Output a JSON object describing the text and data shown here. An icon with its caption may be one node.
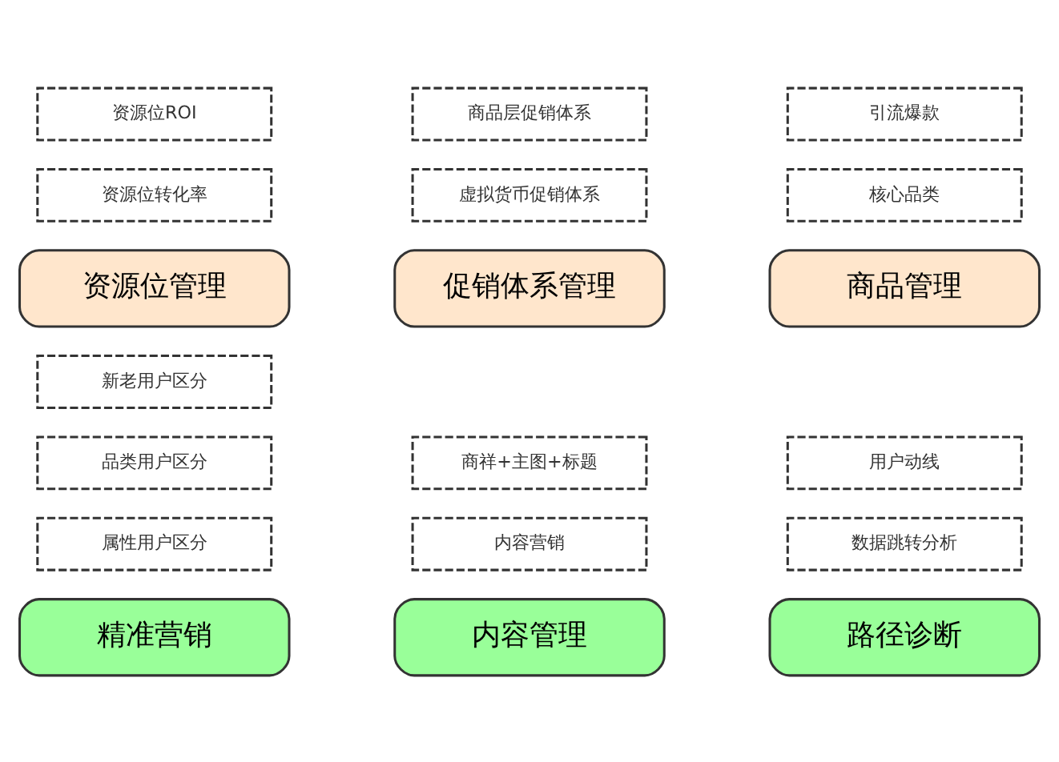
{
  "diagram": {
    "nodes": [
      {
        "text": [
          "资源位ROI"
        ]
      },
      {
        "text": [
          "资源位转化率"
        ]
      },
      {
        "text": [
          "资源位管理"
        ]
      },
      {
        "text": [
          "商品层促销体系"
        ]
      },
      {
        "text": [
          "虚拟货币促销体系"
        ]
      },
      {
        "text": [
          "促销体系管理"
        ]
      },
      {
        "text": [
          "引流爆款"
        ]
      },
      {
        "text": [
          "核心品类"
        ]
      },
      {
        "text": [
          "商品管理"
        ]
      },
      {
        "text": [
          "新老用户区分"
        ]
      },
      {
        "text": [
          "品类用户区分"
        ]
      },
      {
        "text": [
          "属性用户区分"
        ]
      },
      {
        "text": [
          "精准营销"
        ]
      },
      {
        "text": [
          "商祥+主图+标题"
        ]
      },
      {
        "text": [
          "内容营销"
        ]
      },
      {
        "text": [
          "内容管理"
        ]
      },
      {
        "text": [
          "用户动线"
        ]
      },
      {
        "text": [
          "数据跳转分析"
        ]
      },
      {
        "text": [
          "路径诊断"
        ]
      }
    ]
  }
}
